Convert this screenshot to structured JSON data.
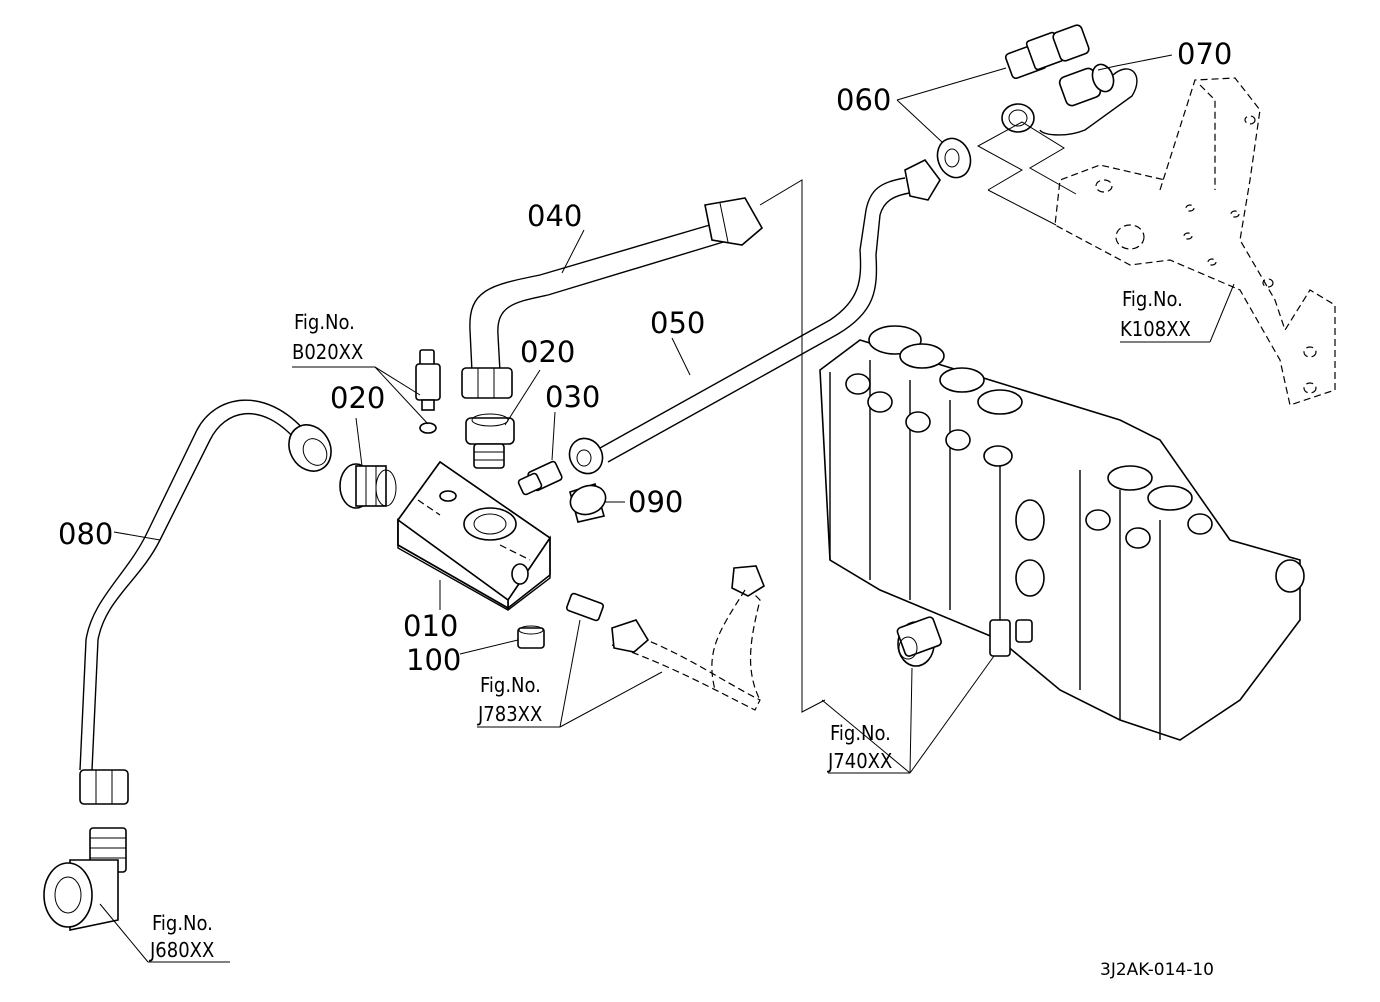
{
  "part_labels": {
    "p010": "010",
    "p020a": "020",
    "p020b": "020",
    "p030": "030",
    "p040": "040",
    "p050": "050",
    "p060": "060",
    "p070": "070",
    "p080": "080",
    "p090": "090",
    "p100": "100"
  },
  "figure_refs": {
    "b020": {
      "caption": "Fig.No.",
      "code": "B020XX"
    },
    "j783": {
      "caption": "Fig.No.",
      "code": "J783XX"
    },
    "j740": {
      "caption": "Fig.No.",
      "code": "J740XX"
    },
    "j680": {
      "caption": "Fig.No.",
      "code": "J680XX"
    },
    "k108": {
      "caption": "Fig.No.",
      "code": "K108XX"
    }
  },
  "drawing_code": "3J2AK-014-10"
}
